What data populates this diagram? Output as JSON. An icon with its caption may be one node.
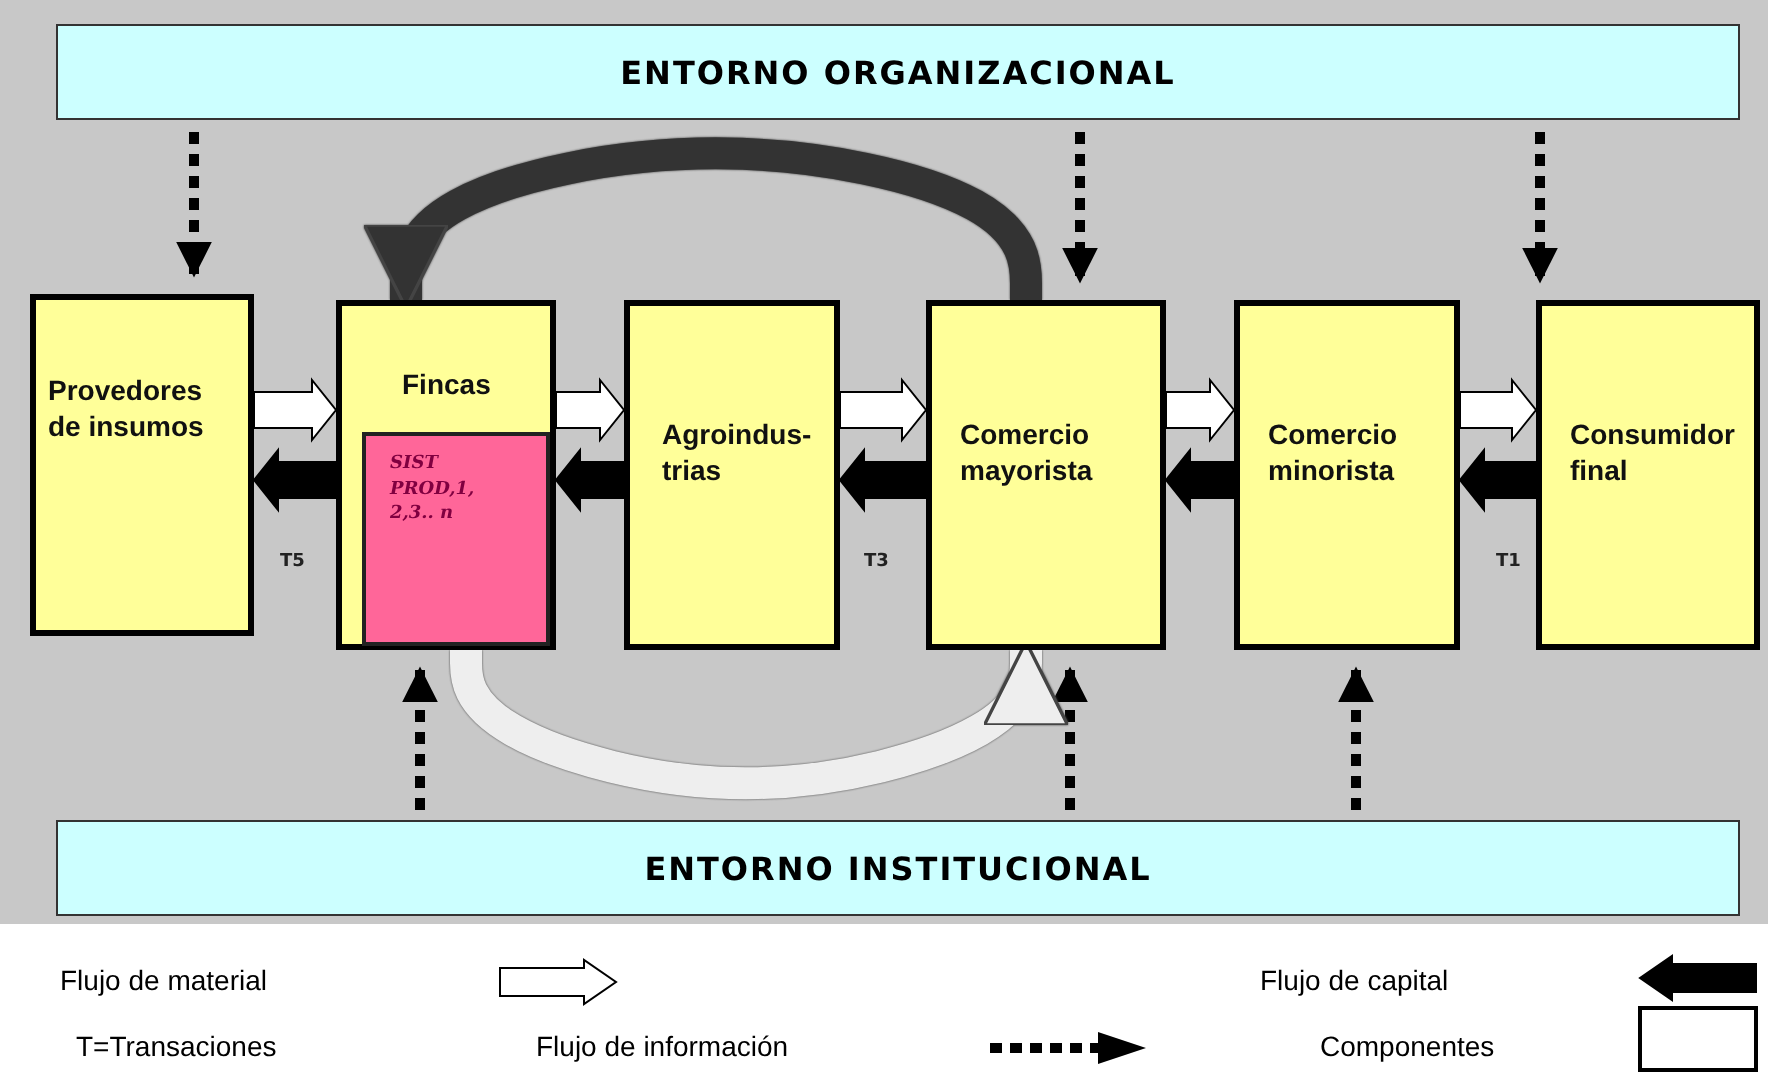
{
  "diagram": {
    "nodes": [
      {
        "text": [
          "ENTORNO ORGANIZACIONAL"
        ]
      },
      {
        "text": [
          "Provedores de insumos"
        ]
      },
      {
        "text": [
          "Fincas"
        ]
      },
      {
        "text": [
          "SIST PROD,1, 2,3.. n"
        ],
        "in": 2
      },
      {
        "text": [
          "Agroindus-trias"
        ]
      },
      {
        "text": [
          "Comercio mayorista"
        ]
      },
      {
        "text": [
          "Comercio minorista"
        ]
      },
      {
        "text": [
          "Consumidor final"
        ]
      },
      {
        "text": [
          "ENTORNO INSTITUCIONAL"
        ]
      }
    ],
    "edges": [
      {
        "from": 1,
        "to": 2,
        "arrow": "to",
        "color": "#ffffff"
      },
      {
        "from": 2,
        "to": 1,
        "arrow": "to",
        "color": "#000000"
      },
      {
        "from": 2,
        "to": 4,
        "arrow": "to",
        "color": "#ffffff"
      },
      {
        "from": 4,
        "to": 2,
        "arrow": "to",
        "color": "#000000"
      },
      {
        "from": 4,
        "to": 5,
        "arrow": "to",
        "color": "#ffffff"
      },
      {
        "from": 5,
        "to": 4,
        "arrow": "to",
        "color": "#000000"
      },
      {
        "from": 5,
        "to": 6,
        "arrow": "to",
        "color": "#ffffff"
      },
      {
        "from": 6,
        "to": 5,
        "arrow": "to",
        "color": "#000000"
      },
      {
        "from": 6,
        "to": 7,
        "arrow": "to",
        "color": "#ffffff"
      },
      {
        "from": 7,
        "to": 6,
        "arrow": "to",
        "color": "#000000"
      },
      {
        "from": 0,
        "to": 1,
        "arrow": "to",
        "style": "dashed"
      },
      {
        "from": 0,
        "to": 5,
        "arrow": "to",
        "style": "dashed"
      },
      {
        "from": 0,
        "to": 7,
        "arrow": "to",
        "style": "dashed"
      },
      {
        "from": 8,
        "to": 2,
        "arrow": "to",
        "style": "dashed"
      },
      {
        "from": 8,
        "to": 5,
        "arrow": "to",
        "style": "dashed"
      },
      {
        "from": 8,
        "to": 6,
        "arrow": "to",
        "style": "dashed"
      },
      {
        "from": 5,
        "to": 2,
        "arrow": "to",
        "style": "thick",
        "color": "#333333"
      },
      {
        "from": 2,
        "to": 5,
        "arrow": "to",
        "style": "thick",
        "color": "#eeeeee"
      }
    ],
    "labels": [
      "T5",
      "T3",
      "T1",
      "T=Transaciones"
    ],
    "legend": [
      {
        "text": "Flujo de material"
      },
      {
        "text": "Flujo de capital"
      },
      {
        "text": "Flujo de información"
      },
      {
        "text": "Componentes"
      }
    ]
  }
}
